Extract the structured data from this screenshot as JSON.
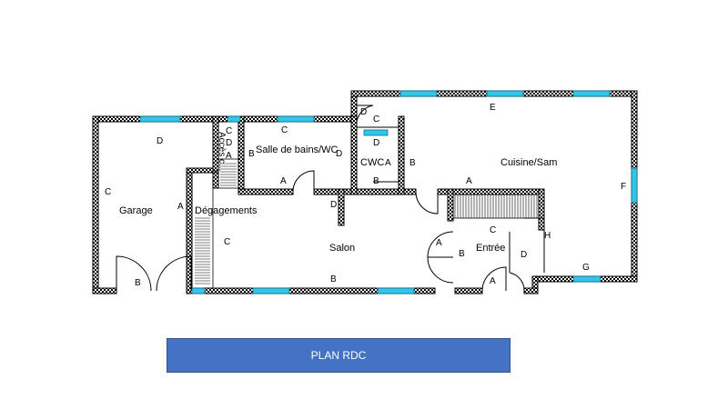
{
  "title": "PLAN RDC",
  "rooms": {
    "garage": "Garage",
    "degagements": "Dégagements",
    "salle_de_bains": "Salle de bains/WC",
    "cwc": "CWC",
    "cuisine": "Cuisine/Sam",
    "salon": "Salon",
    "entree": "Entrée",
    "acces_combles": "Accès c..."
  },
  "wall_tags": {
    "garage_top": "D",
    "garage_left": "C",
    "garage_right": "A",
    "garage_bottom": "B",
    "closet_c": "C",
    "closet_d": "D",
    "closet_a": "A",
    "sdb_top": "C",
    "sdb_left": "B",
    "sdb_right": "D",
    "sdb_bottom": "A",
    "cwc_top_d": "D",
    "cwc_c": "C",
    "cwc_d": "D",
    "cwc_a": "A",
    "cwc_b": "B",
    "cuisine_top": "E",
    "cuisine_right": "F",
    "cuisine_left": "B",
    "cuisine_bottom": "A",
    "salon_top": "D",
    "salon_left": "C",
    "salon_bottom": "B",
    "entree_c": "C",
    "entree_a_left": "A",
    "entree_b": "B",
    "entree_a_bottom": "A",
    "entree_d": "D",
    "h": "H",
    "g": "G"
  }
}
